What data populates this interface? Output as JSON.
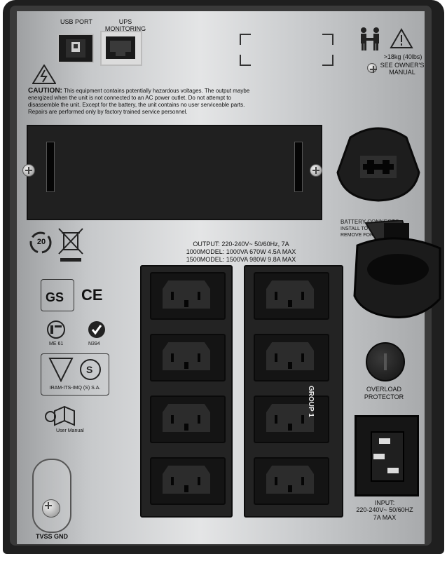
{
  "ports": {
    "usb_label": "USB PORT",
    "ups_monitoring_label": "UPS MONITORING PORT"
  },
  "warning_weight": {
    "weight_text": ">18kg (40lbs)",
    "see_manual_text": "SEE OWNER'S MANUAL"
  },
  "caution": {
    "heading": "CAUTION:",
    "body": "This equipment contains potentially hazardous voltages. The output maybe energized when the unit is not connected to an AC power outlet. Do not attempt to disassemble the unit. Except for the battery, the unit contains no user serviceable parts. Repairs are performed only by factory trained service personnel."
  },
  "battery_connector": {
    "line1": "BATTERY CONNECTO",
    "line2": "INSTALL TO OPER",
    "line3": "REMOVE FOR"
  },
  "output": {
    "line1": "OUTPUT: 220-240V~ 50/60Hz, 7A",
    "line2": "1000MODEL: 1000VA  670W  4.5A  MAX",
    "line3": "1500MODEL: 1500VA  980W  9.8A  MAX"
  },
  "group_label": "GROUP 1",
  "overload": {
    "line1": "OVERLOAD",
    "line2": "PROTECTOR"
  },
  "input": {
    "line1": "INPUT:",
    "line2": "220-240V~ 50/60HZ",
    "line3": "7A MAX"
  },
  "certifications": {
    "recycle_years": "20",
    "me61": "ME 61",
    "n394": "N394",
    "iram_text": "IRAM-ITS-IMQ (S) S.A.",
    "user_manual": "User Manual",
    "ce": "CE",
    "gs": "GS"
  },
  "tvss_label": "TVSS GND",
  "icons": [
    "usb-port-icon",
    "rj45-port-icon",
    "person-lift-icon",
    "warning-triangle-icon",
    "shock-hazard-icon",
    "screw-icon",
    "recycle-icon",
    "weee-bin-icon",
    "gs-mark-icon",
    "ce-mark-icon",
    "pct-mark-icon",
    "iram-mark-icon",
    "user-manual-icon",
    "ground-screw-icon"
  ],
  "colors": {
    "plate": "#d9dadb",
    "frame": "#1f1f1f",
    "outlet": "#141414"
  }
}
